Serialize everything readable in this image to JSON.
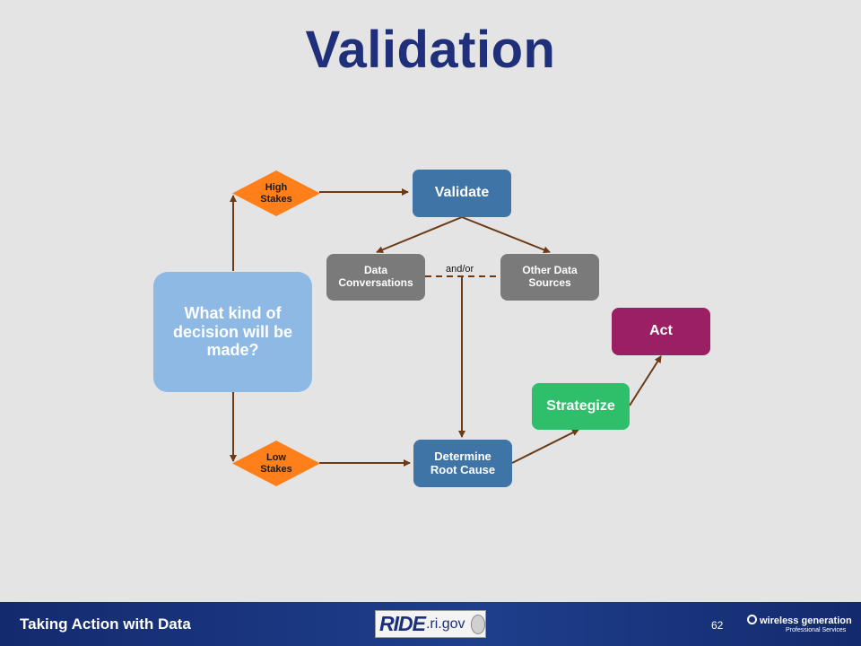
{
  "title": "Validation",
  "nodes": {
    "high_stakes": "High\nStakes",
    "low_stakes": "Low\nStakes",
    "validate": "Validate",
    "data_conversations": "Data\nConversations",
    "other_data_sources": "Other Data\nSources",
    "decision": "What kind of\ndecision will be\nmade?",
    "determine_root_cause": "Determine\nRoot Cause",
    "strategize": "Strategize",
    "act": "Act"
  },
  "connector_label": "and/or",
  "colors": {
    "title": "#1f2f7a",
    "diamond": "#ff7f1a",
    "blue_box": "#3f74a6",
    "gray_box": "#7a7a7a",
    "decision_box": "#8db9e4",
    "strategize": "#2fbf6a",
    "act": "#9b2063",
    "arrow": "#6b3a17"
  },
  "footer": {
    "title": "Taking Action with Data",
    "logo_ride": "RIDE",
    "logo_rigov": ".ri.gov",
    "page_number": "62",
    "partner_logo": "wireless generation",
    "partner_sub": "Professional Services"
  }
}
